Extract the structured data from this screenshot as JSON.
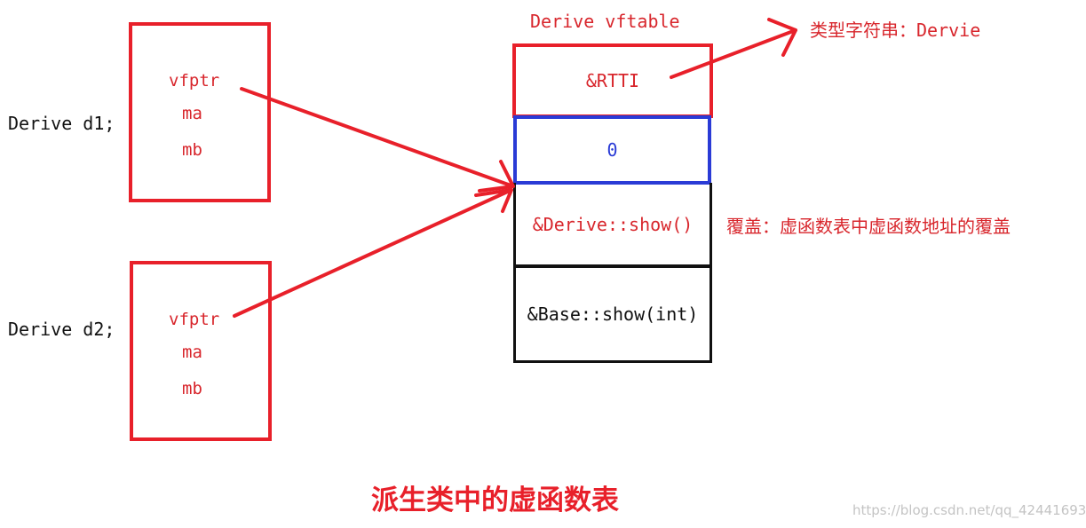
{
  "objects": [
    {
      "label": "Derive d1;",
      "members": [
        "vfptr",
        "ma",
        "mb"
      ]
    },
    {
      "label": "Derive d2;",
      "members": [
        "vfptr",
        "ma",
        "mb"
      ]
    }
  ],
  "vftable": {
    "title": "Derive vftable",
    "entries": [
      "&RTTI",
      "0",
      "&Derive::show()",
      "&Base::show(int)"
    ]
  },
  "annotations": {
    "rtti_note": "类型字符串：Dervie",
    "override_note": "覆盖：虚函数表中虚函数地址的覆盖"
  },
  "caption": "派生类中的虚函数表",
  "watermark": "https://blog.csdn.net/qq_42441693",
  "colors": {
    "red": "#e8202a",
    "blue": "#2a3bd6",
    "black": "#111111"
  }
}
